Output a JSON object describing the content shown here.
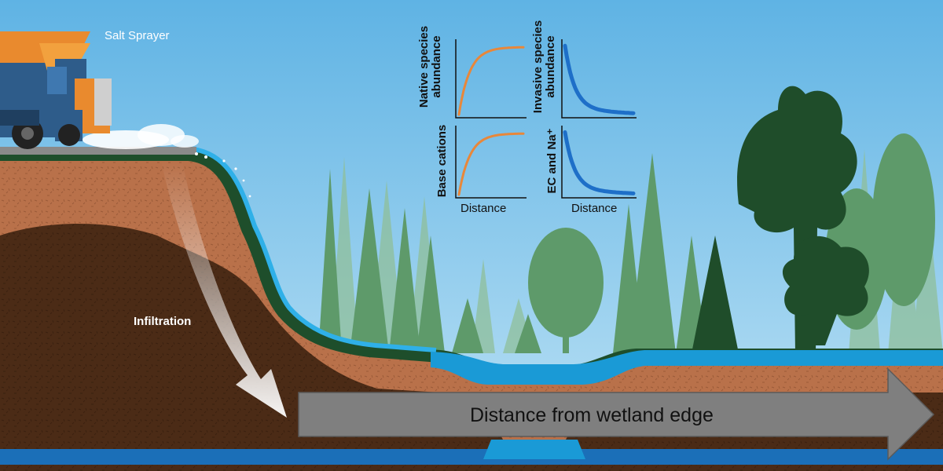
{
  "labels": {
    "truck": "Salt Sprayer",
    "infiltration": "Infiltration",
    "distance_arrow": "Distance from wetland edge"
  },
  "mini_charts": [
    {
      "ylabel_line1": "Native species",
      "ylabel_line2": "abundance",
      "xlabel": "",
      "trend": "increasing",
      "color": "#E8873A"
    },
    {
      "ylabel_line1": "Invasive species",
      "ylabel_line2": "abundance",
      "xlabel": "",
      "trend": "decreasing",
      "color": "#1E6FC8"
    },
    {
      "ylabel_line1": "Base cations",
      "ylabel_line2": "",
      "xlabel": "Distance",
      "trend": "increasing",
      "color": "#E8873A"
    },
    {
      "ylabel_line1": "EC and Na⁺",
      "ylabel_line2": "",
      "xlabel": "Distance",
      "trend": "decreasing",
      "color": "#1E6FC8"
    }
  ],
  "colors": {
    "sky_top": "#5FB3E4",
    "sky_bottom": "#B9E0F4",
    "soil_top": "#B9714A",
    "soil_dark": "#4A2A15",
    "grass": "#1E4E2B",
    "water": "#1A9AD6",
    "truck_orange": "#E98A2E",
    "truck_blue": "#2E5C8A",
    "arrow_gray": "#7F7F7F"
  }
}
